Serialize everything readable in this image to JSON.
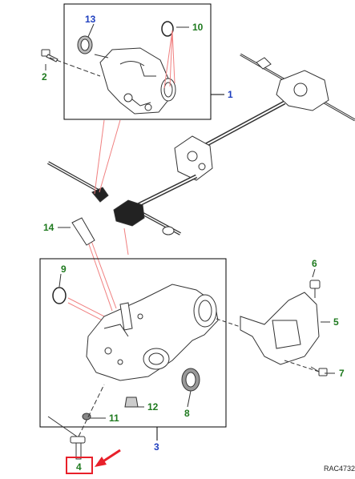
{
  "diagram": {
    "reference_code": "RAC4732",
    "callouts": [
      {
        "id": "c1",
        "label": "1",
        "color": "#1f3fbf"
      },
      {
        "id": "c2",
        "label": "2",
        "color": "#1f7a1f"
      },
      {
        "id": "c3",
        "label": "3",
        "color": "#1f3fbf"
      },
      {
        "id": "c4",
        "label": "4",
        "color": "#1f7a1f"
      },
      {
        "id": "c5",
        "label": "5",
        "color": "#1f7a1f"
      },
      {
        "id": "c6",
        "label": "6",
        "color": "#1f7a1f"
      },
      {
        "id": "c7",
        "label": "7",
        "color": "#1f7a1f"
      },
      {
        "id": "c8",
        "label": "8",
        "color": "#1f7a1f"
      },
      {
        "id": "c9",
        "label": "9",
        "color": "#1f7a1f"
      },
      {
        "id": "c10",
        "label": "10",
        "color": "#1f7a1f"
      },
      {
        "id": "c11",
        "label": "11",
        "color": "#1f7a1f"
      },
      {
        "id": "c12",
        "label": "12",
        "color": "#1f7a1f"
      },
      {
        "id": "c13",
        "label": "13",
        "color": "#1f3fbf"
      },
      {
        "id": "c14",
        "label": "14",
        "color": "#1f7a1f"
      }
    ],
    "highlight_color": "#e8202a",
    "leader_color": "#f08080"
  }
}
